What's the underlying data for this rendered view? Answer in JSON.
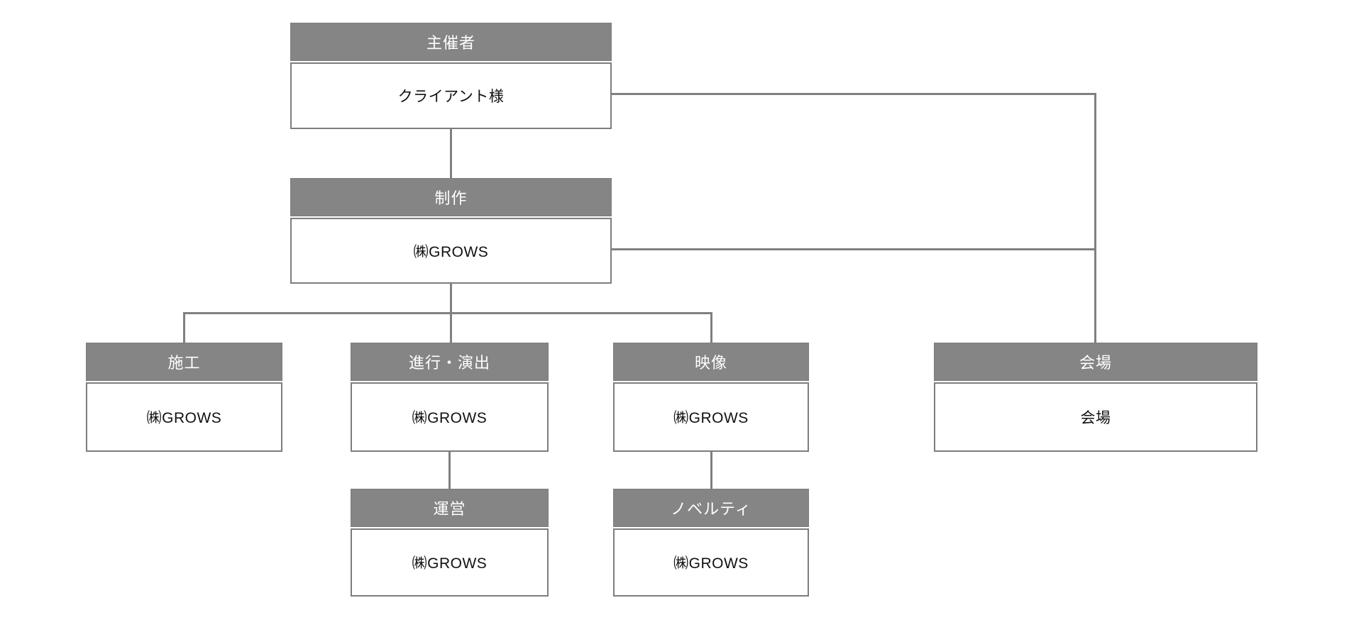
{
  "chart": {
    "type": "org-chart",
    "nodes": {
      "organizer": {
        "title": "主催者",
        "body": "クライアント様"
      },
      "production": {
        "title": "制作",
        "body": "㈱GROWS"
      },
      "construction": {
        "title": "施工",
        "body": "㈱GROWS"
      },
      "direction": {
        "title": "進行・演出",
        "body": "㈱GROWS"
      },
      "video": {
        "title": "映像",
        "body": "㈱GROWS"
      },
      "venue": {
        "title": "会場",
        "body": "会場"
      },
      "operation": {
        "title": "運営",
        "body": "㈱GROWS"
      },
      "novelty": {
        "title": "ノベルティ",
        "body": "㈱GROWS"
      }
    },
    "edges": [
      {
        "from": "organizer",
        "to": "production"
      },
      {
        "from": "organizer",
        "to": "venue"
      },
      {
        "from": "production",
        "to": "venue"
      },
      {
        "from": "production",
        "to": "construction"
      },
      {
        "from": "production",
        "to": "direction"
      },
      {
        "from": "production",
        "to": "video"
      },
      {
        "from": "direction",
        "to": "operation"
      },
      {
        "from": "video",
        "to": "novelty"
      }
    ],
    "colors": {
      "header_bg": "#858585",
      "header_text": "#ffffff",
      "body_bg": "#ffffff",
      "body_text": "#111111",
      "border": "#7d7d7d",
      "line": "#808080",
      "background": "#ffffff"
    }
  }
}
